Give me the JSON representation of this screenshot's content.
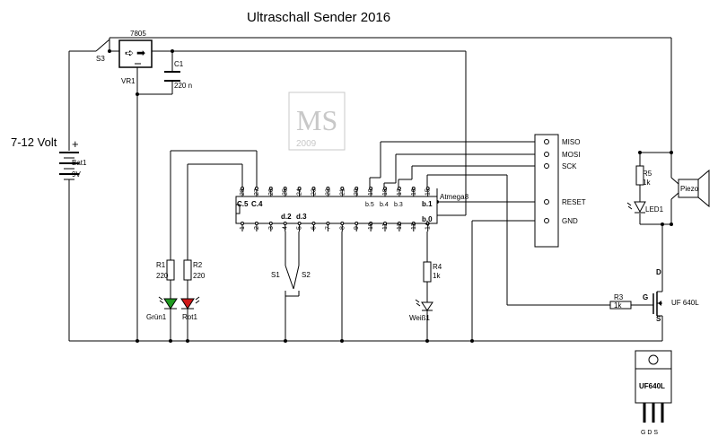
{
  "title": "Ultraschall Sender 2016",
  "supply": {
    "voltage": "7-12 Volt",
    "plus": "+",
    "battery_name": "Bat1",
    "battery_value": "9V"
  },
  "switch_main": "S3",
  "regulator": {
    "part": "7805",
    "name": "VR1"
  },
  "capacitor": {
    "name": "C1",
    "value": "220 n"
  },
  "watermark": {
    "letters": "MS",
    "year": "2009"
  },
  "mcu": {
    "name": "Atmega8",
    "top_pins": [
      "28",
      "27",
      "26",
      "25",
      "24",
      "23",
      "22",
      "21",
      "20",
      "19",
      "18",
      "17",
      "16",
      "15"
    ],
    "bottom_pins": [
      "1",
      "2",
      "3",
      "4",
      "5",
      "6",
      "7",
      "8",
      "9",
      "10",
      "11",
      "12",
      "13",
      "14"
    ],
    "top_port_left1": "C.5",
    "top_port_left2": "C.4",
    "top_port_mid1": "b.5",
    "top_port_mid2": "b.4",
    "top_port_mid3": "b.3",
    "top_port_right": "b.1",
    "bottom_port_d2": "d.2",
    "bottom_port_d3": "d.3",
    "bottom_port_b0": "b.0"
  },
  "isp": {
    "miso": "MISO",
    "mosi": "MOSI",
    "sck": "SCK",
    "reset": "RESET",
    "gnd": "GND"
  },
  "resistors": {
    "r1": {
      "name": "R1",
      "value": "220"
    },
    "r2": {
      "name": "R2",
      "value": "220"
    },
    "r3": {
      "name": "R3",
      "value": "1k"
    },
    "r4": {
      "name": "R4",
      "value": "1k"
    },
    "r5": {
      "name": "R5",
      "value": "1k"
    }
  },
  "leds": {
    "green": "Grün1",
    "red": "Rot1",
    "white": "Weiß1",
    "led1": "LED1"
  },
  "switches": {
    "s1": "S1",
    "s2": "S2"
  },
  "piezo": "Piezo",
  "mosfet": {
    "d": "D",
    "g": "G",
    "s": "S",
    "part": "UF 640L"
  },
  "package": {
    "label": "UF640L",
    "pins": "G D S"
  },
  "colors": {
    "wire": "#000000",
    "led_green": "#1f9a1f",
    "led_red": "#d01818",
    "watermark": "#c8c8c8"
  }
}
